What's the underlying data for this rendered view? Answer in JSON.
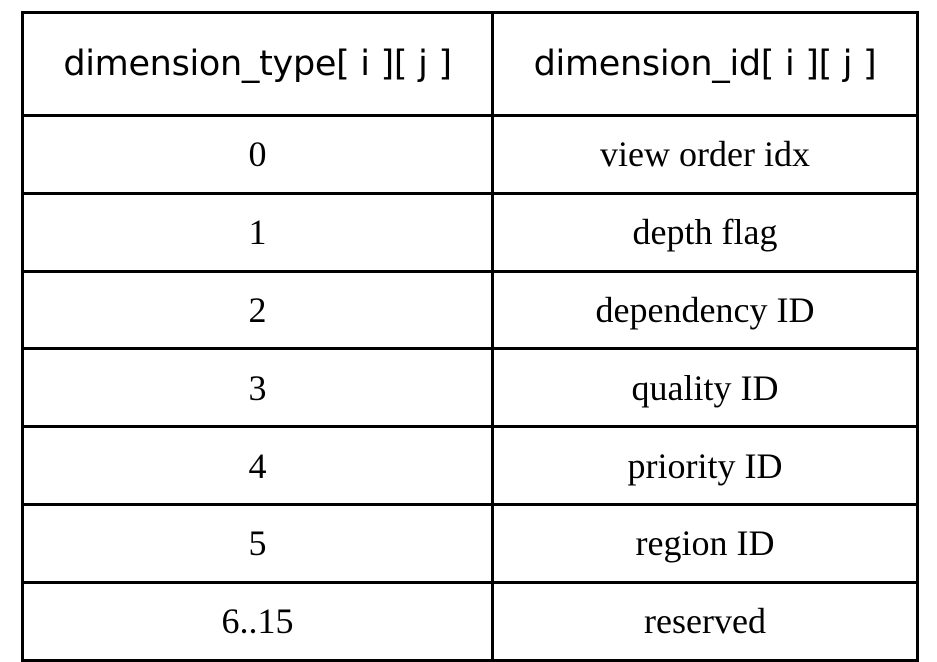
{
  "table": {
    "headers": [
      "dimension_type[ i ][ j ]",
      "dimension_id[ i ][ j ]"
    ],
    "rows": [
      {
        "type": "0",
        "id": "view order idx"
      },
      {
        "type": "1",
        "id": "depth flag"
      },
      {
        "type": "2",
        "id": "dependency ID"
      },
      {
        "type": "3",
        "id": "quality ID"
      },
      {
        "type": "4",
        "id": "priority ID"
      },
      {
        "type": "5",
        "id": "region ID"
      },
      {
        "type": "6..15",
        "id": "reserved"
      }
    ],
    "colors": {
      "border": "#000000",
      "text": "#000000",
      "background": "#ffffff"
    }
  }
}
